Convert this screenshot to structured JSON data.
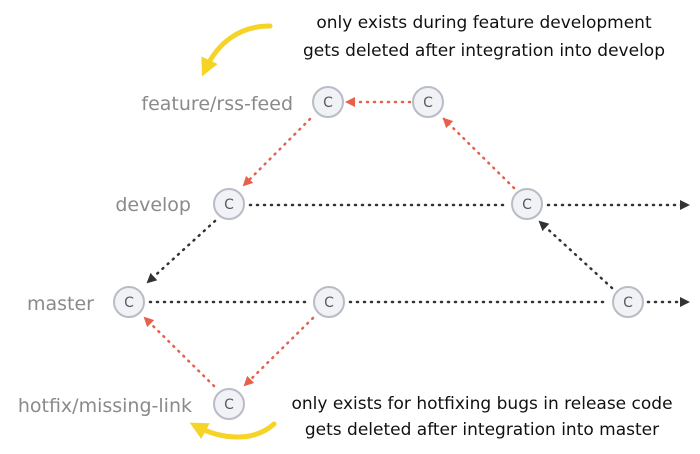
{
  "branches": {
    "feature": "feature/rss-feed",
    "develop": "develop",
    "master": "master",
    "hotfix": "hotfix/missing-link"
  },
  "commit_letter": "C",
  "notes": {
    "feature_line1": "only exists during feature development",
    "feature_line2": "gets deleted after integration into develop",
    "hotfix_line1": "only exists for hotfixing bugs in release code",
    "hotfix_line2": "gets deleted after integration into master"
  },
  "colors": {
    "red_arrow": "#e8604c",
    "dark_arrow": "#333333",
    "yellow_arrow": "#f5d327",
    "label_gray": "#8a8a8a"
  }
}
